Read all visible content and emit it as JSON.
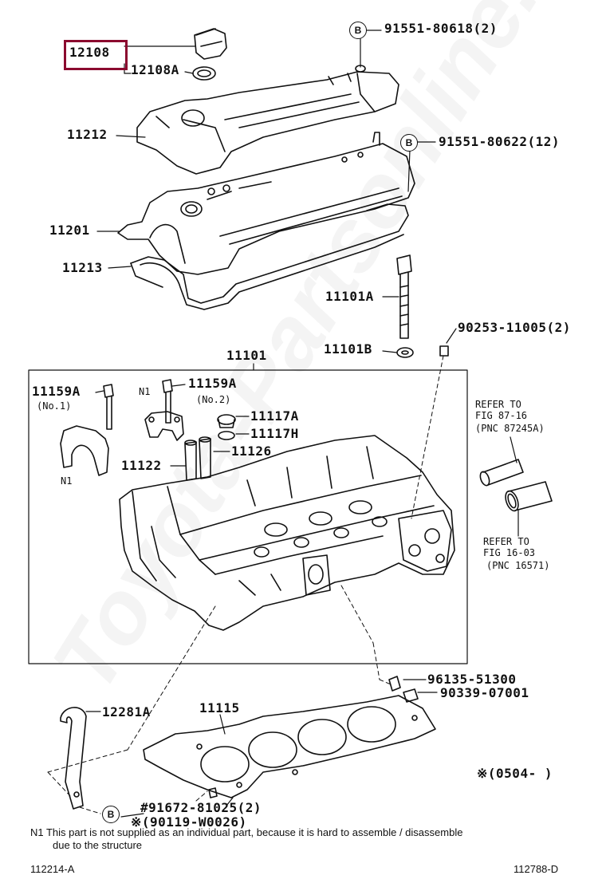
{
  "watermark": "Toyota-Partsonline.ru",
  "highlight_color": "#8b0a2f",
  "labels": {
    "p12108": "12108",
    "p12108A": "12108A",
    "p91551_80618": "91551-80618(2)",
    "p11212": "11212",
    "p91551_80622": "91551-80622(12)",
    "p11201": "11201",
    "p11213": "11213",
    "p11101A": "11101A",
    "p90253": "90253-11005(2)",
    "p11101B": "11101B",
    "p11101": "11101",
    "p11159A_no1": "11159A",
    "p11159A_no2": "11159A",
    "p11117A": "11117A",
    "p11117H": "11117H",
    "p11122": "11122",
    "p11126": "11126",
    "p96135": "96135-51300",
    "p90339": "90339-07001",
    "p12281A": "12281A",
    "p11115": "11115",
    "p91672": "#91672-81025(2)",
    "p90119": "※(90119-W0026)",
    "no1": "(No.1)",
    "no2": "(No.2)",
    "n1_left": "N1",
    "n1_bearing": "N1",
    "circ_b": "B"
  },
  "refs": {
    "refer1_line1": "REFER TO",
    "refer1_line2": "FIG 87-16",
    "refer1_pnc": "(PNC 87245A)",
    "refer2_line1": "REFER TO",
    "refer2_line2": "FIG 16-03",
    "refer2_pnc": "(PNC 16571)"
  },
  "notes": {
    "range": "※(0504-      )",
    "n1_line1": "N1  This part is not supplied as an individual part, because it is hard to assemble / disassemble",
    "n1_line2": "due to the structure",
    "fig_left": "112214-A",
    "fig_right": "112788-D"
  }
}
